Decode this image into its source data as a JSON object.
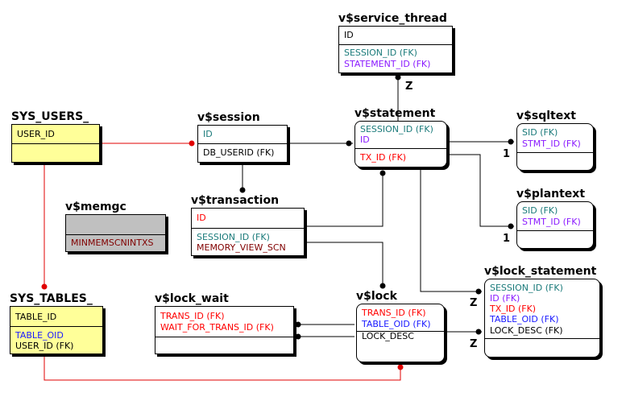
{
  "entities": {
    "service_thread": {
      "title": "v$service_thread",
      "pk": [
        "ID"
      ],
      "attrs": [
        "SESSION_ID (FK)",
        "STATEMENT_ID (FK)"
      ]
    },
    "sys_users": {
      "title": "SYS_USERS_",
      "pk": [
        "USER_ID"
      ],
      "attrs": []
    },
    "session": {
      "title": "v$session",
      "pk": [
        "ID"
      ],
      "attrs": [
        "DB_USERID (FK)"
      ]
    },
    "statement": {
      "title": "v$statement",
      "pk": [
        "SESSION_ID (FK)",
        "ID"
      ],
      "attrs": [
        "TX_ID (FK)"
      ]
    },
    "sqltext": {
      "title": "v$sqltext",
      "pk": [
        "SID (FK)",
        "STMT_ID (FK)"
      ],
      "attrs": []
    },
    "memgc": {
      "title": "v$memgc",
      "pk": [],
      "attrs": [
        "MINMEMSCNINTXS"
      ]
    },
    "transaction": {
      "title": "v$transaction",
      "pk": [
        "ID"
      ],
      "attrs": [
        "SESSION_ID (FK)",
        "MEMORY_VIEW_SCN"
      ]
    },
    "plantext": {
      "title": "v$plantext",
      "pk": [
        "SID (FK)",
        "STMT_ID (FK)"
      ],
      "attrs": []
    },
    "sys_tables": {
      "title": "SYS_TABLES_",
      "pk": [
        "TABLE_ID"
      ],
      "attrs": [
        "TABLE_OID",
        "USER_ID (FK)"
      ]
    },
    "lock_wait": {
      "title": "v$lock_wait",
      "pk": [
        "TRANS_ID (FK)",
        "WAIT_FOR_TRANS_ID (FK)"
      ],
      "attrs": []
    },
    "lock": {
      "title": "v$lock",
      "pk": [
        "TRANS_ID (FK)",
        "TABLE_OID (FK)"
      ],
      "attrs": [
        "LOCK_DESC"
      ]
    },
    "lock_statement": {
      "title": "v$lock_statement",
      "pk": [
        "SESSION_ID (FK)",
        "ID (FK)",
        "TX_ID (FK)",
        "TABLE_OID (FK)"
      ],
      "attrs": [
        "LOCK_DESC (FK)"
      ]
    }
  },
  "cardinality": {
    "z_service": "Z",
    "one_sqltext": "1",
    "one_plantext": "1",
    "z_lock_statement_top": "Z",
    "z_lock_statement_bottom": "Z"
  },
  "colors": {
    "teal": "#1a7a7a",
    "purple": "#8a1aff",
    "red": "#ff0000",
    "blue": "#1a1aff",
    "maroon": "#800000",
    "yellow": "#ffff99",
    "grey": "#c0c0c0"
  }
}
